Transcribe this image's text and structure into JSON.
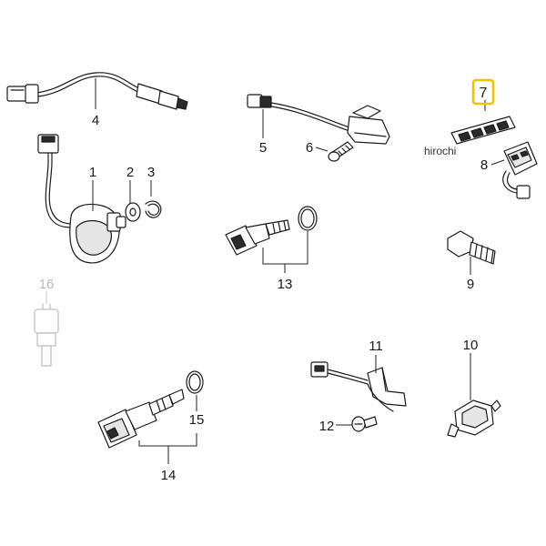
{
  "diagram": {
    "callouts": [
      {
        "id": "1",
        "label": "1"
      },
      {
        "id": "2",
        "label": "2"
      },
      {
        "id": "3",
        "label": "3"
      },
      {
        "id": "4",
        "label": "4"
      },
      {
        "id": "5",
        "label": "5"
      },
      {
        "id": "6",
        "label": "6"
      },
      {
        "id": "7",
        "label": "7",
        "highlighted": true
      },
      {
        "id": "8",
        "label": "8"
      },
      {
        "id": "9",
        "label": "9"
      },
      {
        "id": "10",
        "label": "10"
      },
      {
        "id": "11",
        "label": "11"
      },
      {
        "id": "12",
        "label": "12"
      },
      {
        "id": "13",
        "label": "13"
      },
      {
        "id": "14",
        "label": "14"
      },
      {
        "id": "15",
        "label": "15"
      },
      {
        "id": "16",
        "label": "16",
        "faded": true
      }
    ],
    "watermark": "hirochi",
    "highlight_color": "#f2c400"
  }
}
